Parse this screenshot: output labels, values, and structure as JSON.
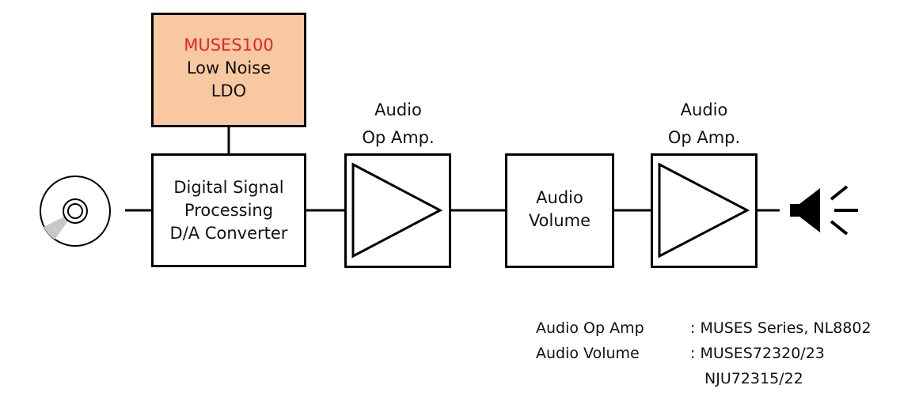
{
  "ldo": {
    "line1": "MUSES100",
    "line2": "Low Noise",
    "line3": "LDO",
    "accent_color": "#e8232a",
    "fill_color": "#f8c9a0"
  },
  "dsp": {
    "line1": "Digital Signal",
    "line2": "Processing",
    "line3": "D/A Converter"
  },
  "opamp1": {
    "line1": "Audio",
    "line2": "Op Amp."
  },
  "volume": {
    "line1": "Audio",
    "line2": "Volume"
  },
  "opamp2": {
    "line1": "Audio",
    "line2": "Op Amp."
  },
  "icons": {
    "source": "cd-disc-icon",
    "output": "speaker-icon"
  },
  "legend": {
    "rows": [
      {
        "label": "Audio Op Amp",
        "value": ": MUSES Series, NL8802"
      },
      {
        "label": "Audio Volume",
        "value": ": MUSES72320/23"
      },
      {
        "label": "",
        "value": "NJU72315/22"
      }
    ]
  }
}
